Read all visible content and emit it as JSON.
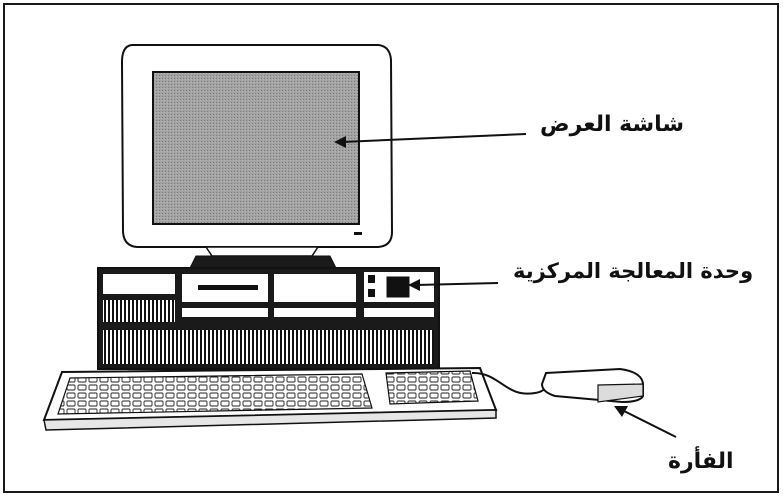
{
  "labels": {
    "screen": "شاشة العرض",
    "cpu": "وحدة المعالجة المركزية",
    "mouse": "الفأرة"
  },
  "colors": {
    "border": "#1a1a1a",
    "screen_fill": "#9c9c9c",
    "line": "#111111"
  }
}
